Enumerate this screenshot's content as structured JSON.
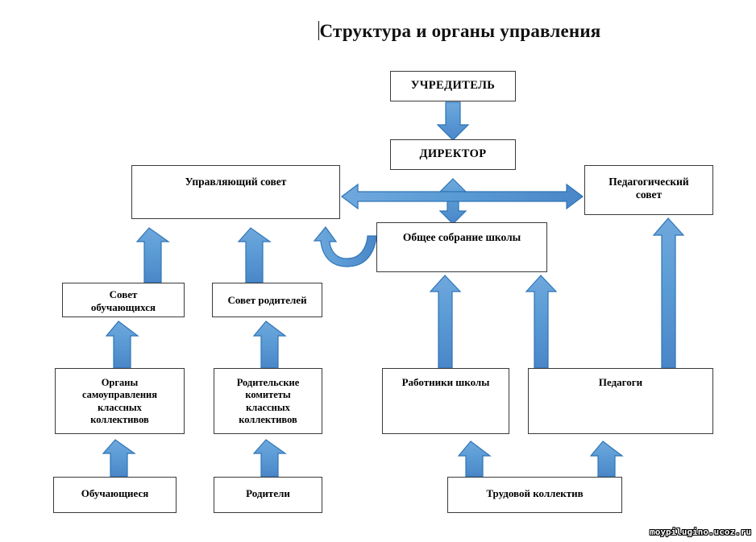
{
  "page": {
    "title": "Структура и органы управления",
    "watermark": "moypilugino.ucoz.ru",
    "colors": {
      "arrow_fill": "#5B9BD5",
      "arrow_stroke": "#2E75B6",
      "box_border": "#3a3a3a",
      "text": "#000000",
      "background": "#ffffff"
    }
  },
  "nodes": {
    "uchreditel": "УЧРЕДИТЕЛЬ",
    "direktor": "ДИРЕКТОР",
    "upravlyayushchiy_sovet": "Управляющий совет",
    "pedagogicheskiy_sovet": "Педагогический\nсовет",
    "obshchee_sobranie": "Общее собрание школы",
    "sovet_obuchayushchihsya": "Совет\nобучающихся",
    "sovet_roditeley": "Совет родителей",
    "organy_samoupravleniya": "Органы\nсамоуправления\nклассных\nколлективов",
    "roditelskie_komitety": "Родительские\nкомитеты\nклассных\nколлективов",
    "rabotniki_shkoly": "Работники школы",
    "pedagogi": "Педагоги",
    "obuchayushchiesya": "Обучающиеся",
    "roditeli": "Родители",
    "trudovoy_kollektiv": "Трудовой коллектив"
  },
  "connections": [
    {
      "from": "uchreditel",
      "to": "direktor",
      "type": "arrow-down"
    },
    {
      "from": "direktor",
      "to": "obshchee_sobranie",
      "type": "arrow-double-vertical"
    },
    {
      "from": "upravlyayushchiy_sovet",
      "to": "pedagogicheskiy_sovet",
      "type": "arrow-double-horizontal"
    },
    {
      "from": "obshchee_sobranie",
      "to": "upravlyayushchiy_sovet",
      "type": "arrow-curved"
    },
    {
      "from": "sovet_obuchayushchihsya",
      "to": "upravlyayushchiy_sovet",
      "type": "arrow-up"
    },
    {
      "from": "sovet_roditeley",
      "to": "upravlyayushchiy_sovet",
      "type": "arrow-up"
    },
    {
      "from": "organy_samoupravleniya",
      "to": "sovet_obuchayushchihsya",
      "type": "arrow-up"
    },
    {
      "from": "roditelskie_komitety",
      "to": "sovet_roditeley",
      "type": "arrow-up"
    },
    {
      "from": "obuchayushchiesya",
      "to": "organy_samoupravleniya",
      "type": "arrow-up"
    },
    {
      "from": "roditeli",
      "to": "roditelskie_komitety",
      "type": "arrow-up"
    },
    {
      "from": "rabotniki_shkoly",
      "to": "obshchee_sobranie",
      "type": "arrow-up"
    },
    {
      "from": "pedagogi",
      "to": "obshchee_sobranie",
      "type": "arrow-up"
    },
    {
      "from": "pedagogi",
      "to": "pedagogicheskiy_sovet",
      "type": "arrow-up"
    },
    {
      "from": "trudovoy_kollektiv",
      "to": "rabotniki_shkoly",
      "type": "arrow-up"
    },
    {
      "from": "trudovoy_kollektiv",
      "to": "pedagogi",
      "type": "arrow-up"
    }
  ]
}
